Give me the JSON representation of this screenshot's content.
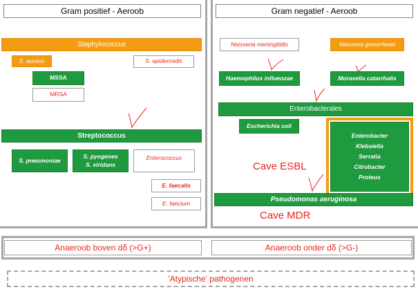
{
  "left": {
    "header": "Gram positief - Aeroob",
    "staphylococcus": "Staphylococcus",
    "s_aureus": "S. aureus",
    "s_epidermidis": "S. epidermidis",
    "mssa": "MSSA",
    "mrsa": "MRSA",
    "streptococcus": "Streptococcus",
    "s_pneumoniae": "S. pneumoniae",
    "s_pyogenes": "S. pyogenes",
    "s_viridans": "S. viridans",
    "enterococcus": "Enterococcus",
    "e_faecalis": "E. faecalis",
    "e_faecium": "E. faecium"
  },
  "right": {
    "header": "Gram negatief - Aeroob",
    "n_meningitidis": "Neisseria meningitidis",
    "n_gonorrhoeae": "Neisseria gonorrheae",
    "h_influenzae": "Haemophilus influenzae",
    "m_catarrhalis": "Moraxella catarrhalis",
    "enterobacterales": "Enterobacterales",
    "e_coli": "Escherichia coli",
    "group": [
      "Enterobacter",
      "Klebsiella",
      "Serratia",
      "Citrobacter",
      "Proteus"
    ],
    "cave_esbl": "Cave ESBL",
    "pseudomonas": "Pseudomonas aeruginosa",
    "cave_mdr": "Cave MDR"
  },
  "bottom": {
    "anaerob_boven": "Anaeroob boven dδ (>G+)",
    "anaerob_onder": "Anaeroob onder dδ (>G-)",
    "atypische": "'Atypische' pathogenen"
  },
  "colors": {
    "orange": "#f39c12",
    "green": "#1f9a3f",
    "red_text": "#e8251c",
    "panel_border": "#a6a6a6"
  }
}
